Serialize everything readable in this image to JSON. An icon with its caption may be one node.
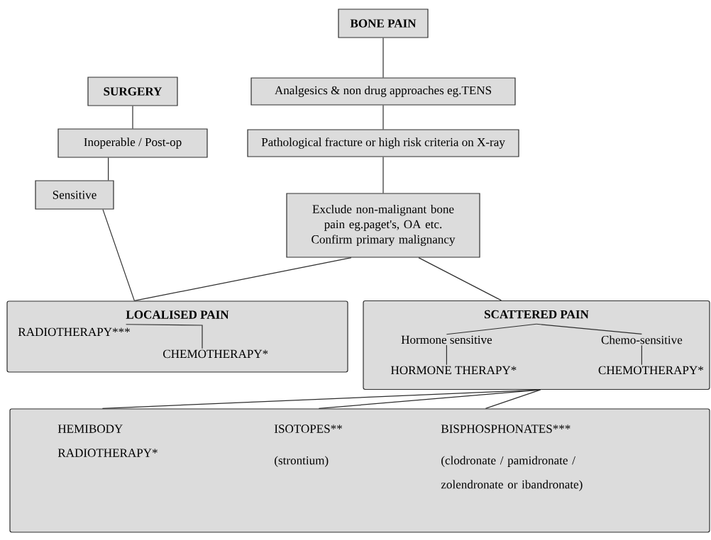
{
  "diagram": {
    "nodes": [
      {
        "text": [
          "BONE PAIN"
        ]
      },
      {
        "text": [
          "SURGERY"
        ]
      },
      {
        "text": [
          "Analgesics & non drug approaches eg.TENS"
        ]
      },
      {
        "text": [
          "Inoperable / Post-op"
        ]
      },
      {
        "text": [
          "Pathological fracture or high risk criteria on X-ray"
        ]
      },
      {
        "text": [
          "Sensitive"
        ]
      },
      {
        "text": [
          "Exclude non-malignant bone pain eg.paget's, OA etc.",
          "Confirm primary malignancy"
        ]
      },
      {
        "text": [
          "LOCALISED PAIN"
        ]
      },
      {
        "text": [
          "RADIOTHERAPY***"
        ],
        "in": 7
      },
      {
        "text": [
          "CHEMOTHERAPY*"
        ],
        "in": 7
      },
      {
        "text": [
          "SCATTERED PAIN"
        ]
      },
      {
        "text": [
          "Hormone sensitive"
        ],
        "in": 10
      },
      {
        "text": [
          "Chemo-sensitive"
        ],
        "in": 10
      },
      {
        "text": [
          "HORMONE THERAPY*"
        ],
        "in": 10
      },
      {
        "text": [
          "CHEMOTHERAPY*"
        ],
        "in": 10
      },
      {
        "text": [],
        "shape": "box"
      },
      {
        "text": [
          "HEMIBODY RADIOTHERAPY*"
        ],
        "in": 15
      },
      {
        "text": [
          "ISOTOPES**",
          "(strontium)"
        ],
        "in": 15
      },
      {
        "text": [
          "BISPHOSPHONATES***",
          "(clodronate / pamidronate / zolendronate or ibandronate)"
        ],
        "in": 15
      }
    ],
    "edges": [
      {
        "from": 0,
        "to": 2,
        "arrow": "none"
      },
      {
        "from": 2,
        "to": 4,
        "arrow": "none"
      },
      {
        "from": 4,
        "to": 6,
        "arrow": "none"
      },
      {
        "from": 1,
        "to": 3,
        "arrow": "none"
      },
      {
        "from": 3,
        "to": 5,
        "arrow": "none"
      },
      {
        "from": 5,
        "to": 7,
        "arrow": "none"
      },
      {
        "from": 6,
        "to": 7,
        "arrow": "none"
      },
      {
        "from": 6,
        "to": 10,
        "arrow": "none"
      },
      {
        "from": 8,
        "to": 9,
        "arrow": "none"
      },
      {
        "from": 10,
        "to": 11,
        "arrow": "none"
      },
      {
        "from": 10,
        "to": 12,
        "arrow": "none"
      },
      {
        "from": 11,
        "to": 13,
        "arrow": "none"
      },
      {
        "from": 12,
        "to": 14,
        "arrow": "none"
      },
      {
        "from": 10,
        "to": 16,
        "arrow": "none"
      },
      {
        "from": 10,
        "to": 17,
        "arrow": "none"
      },
      {
        "from": 10,
        "to": 18,
        "arrow": "none"
      }
    ]
  }
}
